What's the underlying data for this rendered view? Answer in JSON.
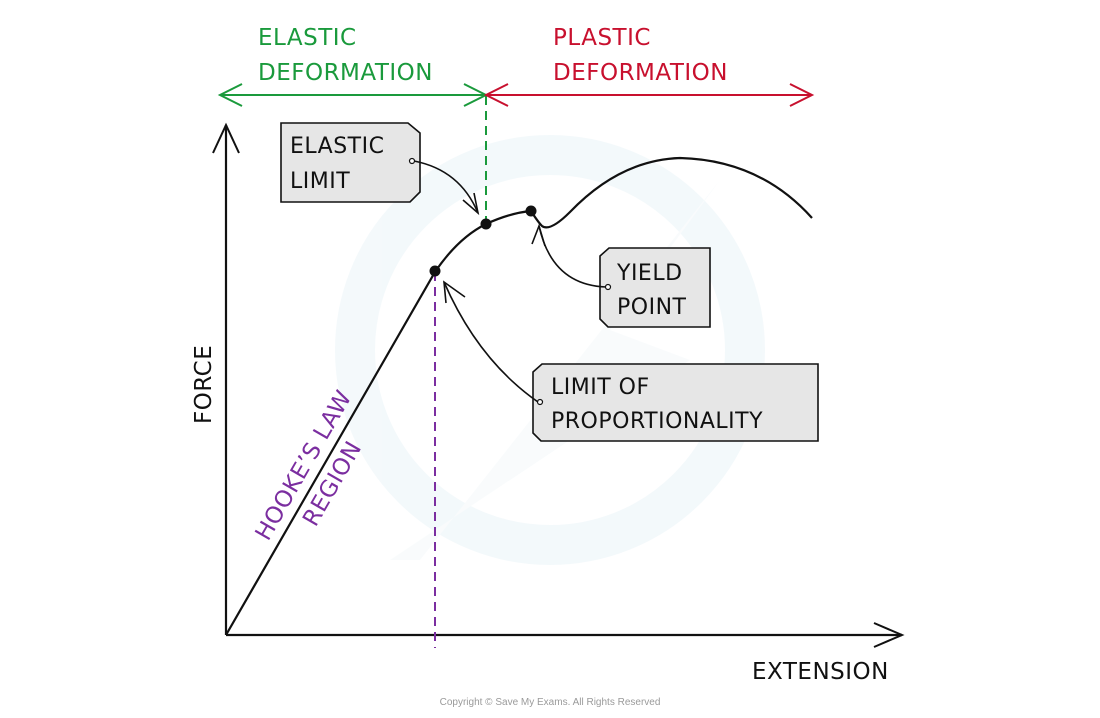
{
  "title": "Force-Extension graph",
  "colors": {
    "elastic": "#1a9a3c",
    "plastic": "#c8102e",
    "hookes": "#7b2ea0",
    "line": "#111111",
    "box_fill": "#e6e6e6"
  },
  "regions": {
    "elastic": [
      "ELASTIC",
      "DEFORMATION"
    ],
    "plastic": [
      "PLASTIC",
      "DEFORMATION"
    ]
  },
  "axes": {
    "y_label": "FORCE",
    "x_label": "EXTENSION"
  },
  "hookes_law": [
    "HOOKE’S LAW",
    "REGION"
  ],
  "callouts": {
    "elastic_limit": [
      "ELASTIC",
      "LIMIT"
    ],
    "yield_point": [
      "YIELD",
      "POINT"
    ],
    "limit_of_proportionality": [
      "LIMIT  OF",
      "PROPORTIONALITY"
    ]
  },
  "points": [
    {
      "name": "limit of proportionality"
    },
    {
      "name": "elastic limit"
    },
    {
      "name": "yield point"
    }
  ],
  "copyright": "Copyright © Save My Exams. All Rights Reserved"
}
